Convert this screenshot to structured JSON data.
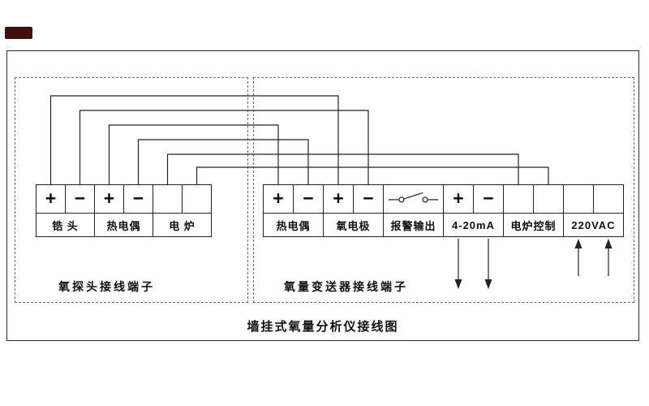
{
  "diagram": {
    "caption": "墙挂式氧量分析仪接线图",
    "left_panel": {
      "title": "氧探头接线端子",
      "terminals": [
        "+",
        "−",
        "+",
        "−",
        "",
        ""
      ],
      "groups": [
        {
          "label": "锆 头"
        },
        {
          "label": "热电偶"
        },
        {
          "label": "电 炉"
        }
      ]
    },
    "right_panel": {
      "title": "氧量变送器接线端子",
      "terminals": [
        "+",
        "−",
        "+",
        "−",
        "",
        "+",
        "−",
        "",
        "",
        "",
        ""
      ],
      "groups": [
        {
          "label": "热电偶"
        },
        {
          "label": "氧电极"
        },
        {
          "label": "报警输出"
        },
        {
          "label": "4-20mA"
        },
        {
          "label": "电炉控制"
        },
        {
          "label": "220VAC"
        }
      ]
    },
    "wires": [
      {
        "from": "锆头 +",
        "to": "氧电极 +"
      },
      {
        "from": "锆头 −",
        "to": "氧电极 −"
      },
      {
        "from": "热电偶 +",
        "to": "热电偶 +"
      },
      {
        "from": "热电偶 −",
        "to": "热电偶 −"
      },
      {
        "from": "电炉 a",
        "to": "电炉控制 a"
      },
      {
        "from": "电炉 b",
        "to": "电炉控制 b"
      }
    ],
    "icons": {
      "alarm_contact": "relay-contact-icon",
      "signal_output": "down-arrow-icon",
      "power_input": "up-arrow-icon"
    },
    "colors": {
      "line": "#222222",
      "background": "#ffffff",
      "dashed_border": "#6a6a6a"
    }
  }
}
